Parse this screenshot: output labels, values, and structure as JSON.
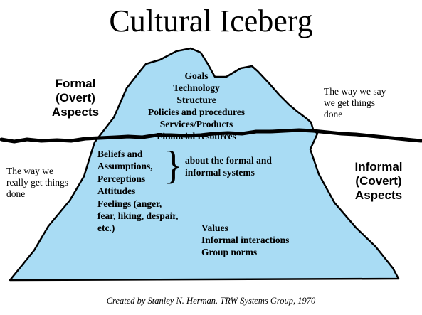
{
  "title": "Cultural Iceberg",
  "formal": {
    "lines": [
      "Formal",
      "(Overt)",
      "Aspects"
    ],
    "note_lines": [
      "The way we say",
      "we get things",
      "done"
    ]
  },
  "informal": {
    "lines": [
      "Informal",
      "(Covert)",
      "Aspects"
    ],
    "note_lines": [
      "The way we",
      "really get things",
      "done"
    ]
  },
  "above_water_items": [
    "Goals",
    "Technology",
    "Structure",
    "Policies and procedures",
    "Services/Products",
    "Financial resources"
  ],
  "below_group_items": [
    "Beliefs and",
    "Assumptions,",
    "Perceptions",
    "Attitudes",
    "Feelings (anger,",
    "fear, liking, despair,",
    "etc.)"
  ],
  "brace_glyph": "}",
  "brace_note_lines": [
    "about the formal and",
    "informal systems"
  ],
  "below_items": [
    "Values",
    "Informal interactions",
    "Group norms"
  ],
  "credit": "Created by Stanley N. Herman. TRW Systems Group, 1970",
  "colors": {
    "iceberg_fill": "#a9dcf4",
    "outline": "#000000",
    "waterline": "#000000"
  }
}
